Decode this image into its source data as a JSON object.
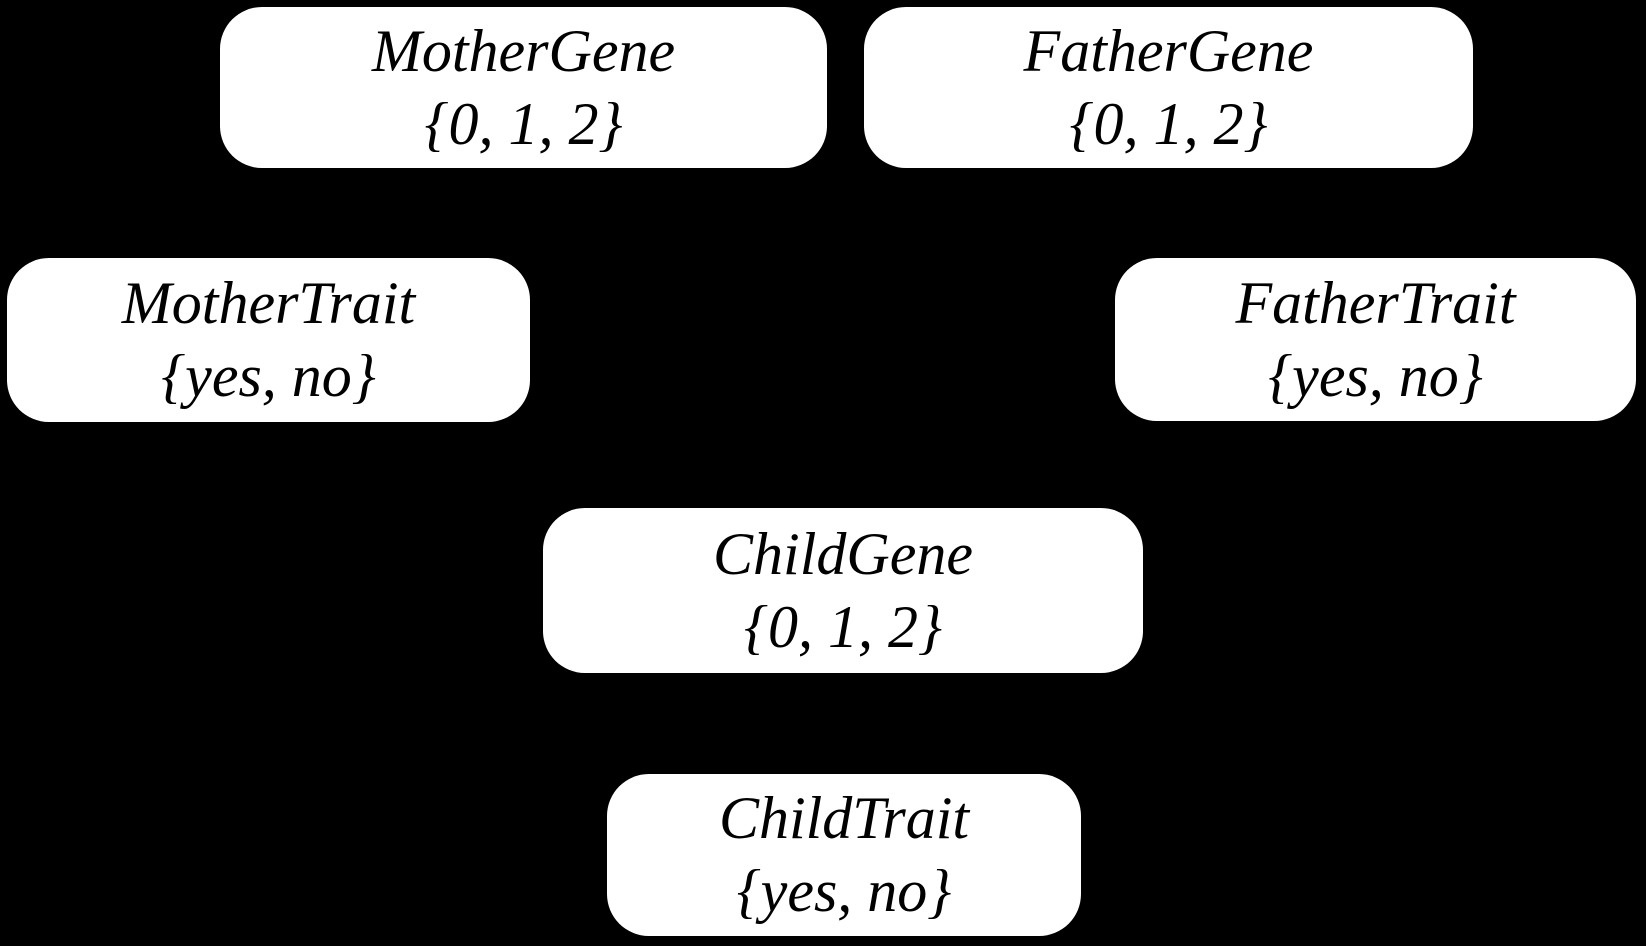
{
  "diagram": {
    "type": "bayesian-network",
    "colors": {
      "background": "#000000",
      "node_fill": "#ffffff",
      "node_text": "#000000"
    },
    "nodes": {
      "mother_gene": {
        "label": "MotherGene",
        "domain": "{0, 1, 2}"
      },
      "father_gene": {
        "label": "FatherGene",
        "domain": "{0, 1, 2}"
      },
      "mother_trait": {
        "label": "MotherTrait",
        "domain": "{yes, no}"
      },
      "father_trait": {
        "label": "FatherTrait",
        "domain": "{yes, no}"
      },
      "child_gene": {
        "label": "ChildGene",
        "domain": "{0, 1, 2}"
      },
      "child_trait": {
        "label": "ChildTrait",
        "domain": "{yes, no}"
      }
    }
  }
}
